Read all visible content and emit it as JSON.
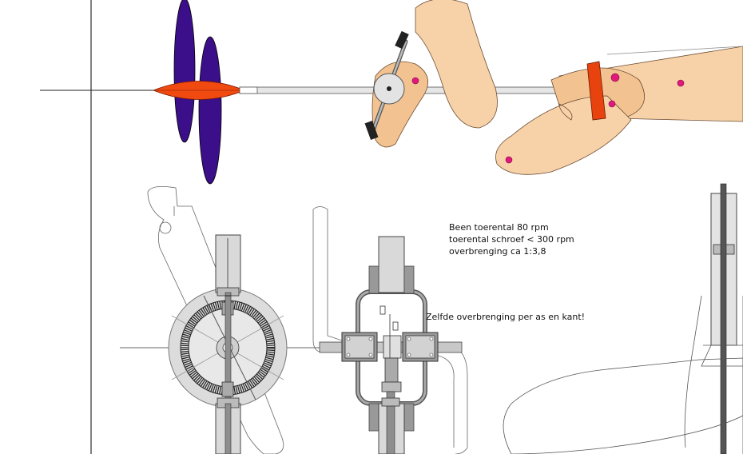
{
  "notes": {
    "line1": "Been toerental 80 rpm",
    "line2": "toerental schroef < 300 rpm",
    "line3": "overbrenging ca 1:3,8",
    "line4": "Zelfde overbrenging per as en kant!"
  },
  "colors": {
    "propeller_blade": "#3b0e8a",
    "hub_fairing": "#f04a10",
    "ankle_band": "#e8420e",
    "skin": "#f7d2a8",
    "skin_dark": "#f2c391",
    "joint_marker": "#e0197a",
    "gear_grey": "#d8d8d8",
    "part_grey": "#9e9e9e"
  }
}
